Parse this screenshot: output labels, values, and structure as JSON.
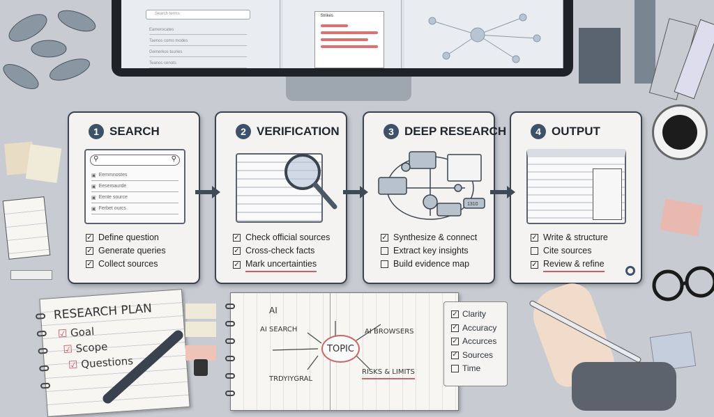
{
  "monitor": {
    "search_pane": {
      "search_placeholder": "Search terms",
      "results": [
        "Eamerocates",
        "Taenos como modes",
        "Gemerkos tuuries",
        "Teanos cenots"
      ]
    },
    "verify_pane": {
      "doc_title": "Strikes"
    },
    "graph_pane": {}
  },
  "steps": [
    {
      "number": "1",
      "title": "SEARCH",
      "icon": "magnifier-icon",
      "illustration": {
        "rows": [
          "Eemmnostes",
          "Eesemaurde",
          "Eente source",
          "Ferbet ourcs"
        ]
      },
      "checks": [
        {
          "label": "Define question",
          "checked": true
        },
        {
          "label": "Generate queries",
          "checked": true
        },
        {
          "label": "Collect sources",
          "checked": true
        }
      ]
    },
    {
      "number": "2",
      "title": "VERIFICATION",
      "icon": "magnifier-glass-icon",
      "checks": [
        {
          "label": "Check official sources",
          "checked": true
        },
        {
          "label": "Cross-check facts",
          "checked": true
        },
        {
          "label": "Mark uncertainties",
          "checked": true
        }
      ]
    },
    {
      "number": "3",
      "title": "DEEP RESEARCH",
      "icon": "network-graph-icon",
      "illustration": {
        "node_label": "1310"
      },
      "checks": [
        {
          "label": "Synthesize & connect",
          "checked": true
        },
        {
          "label": "Extract key insights",
          "checked": false
        },
        {
          "label": "Build evidence map",
          "checked": false
        }
      ]
    },
    {
      "number": "4",
      "title": "OUTPUT",
      "icon": "document-window-icon",
      "checks": [
        {
          "label": "Write & structure",
          "checked": true
        },
        {
          "label": "Cite sources",
          "checked": false
        },
        {
          "label": "Review & refine",
          "checked": true
        }
      ]
    }
  ],
  "research_plan": {
    "title": "RESEARCH PLAN",
    "items": [
      "Goal",
      "Scope",
      "Questions"
    ]
  },
  "mindmap": {
    "center": "TOPIC",
    "branches": [
      "AI SEARCH",
      "AI BROWSERS",
      "TRDYIYGRAL",
      "RISKS & LIMITS"
    ],
    "ai_badge": "AI"
  },
  "quality_checklist": [
    {
      "label": "Clarity",
      "checked": true
    },
    {
      "label": "Accuracy",
      "checked": true
    },
    {
      "label": "Accurces",
      "checked": true
    },
    {
      "label": "Sources",
      "checked": true
    },
    {
      "label": "Time",
      "checked": false
    }
  ],
  "colors": {
    "background": "#c8cbd2",
    "card_border": "#3a4450",
    "badge": "#3d5268",
    "accent_red": "#d06060",
    "sticky_yellow": "#efe9d8",
    "sticky_pink": "#eec3b8"
  }
}
